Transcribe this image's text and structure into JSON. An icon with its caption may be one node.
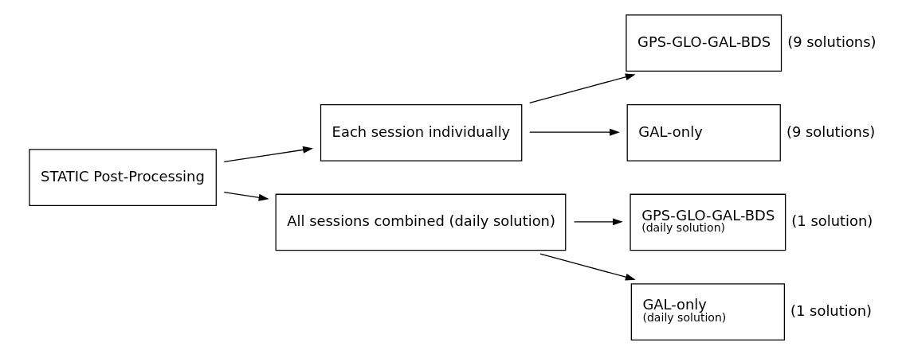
{
  "diagram": {
    "nodes": [
      {
        "text": [
          "STATIC Post-Processing"
        ]
      },
      {
        "text": [
          "Each session individually"
        ]
      },
      {
        "text": [
          "All sessions combined (daily solution)"
        ]
      },
      {
        "text": [
          "GPS-GLO-GAL-BDS"
        ],
        "beside": [
          "(9 solutions)"
        ]
      },
      {
        "text": [
          "GAL-only"
        ],
        "beside": [
          "(9 solutions)"
        ]
      },
      {
        "text": [
          "GPS-GLO-GAL-BDS",
          "(daily solution)"
        ],
        "beside": [
          "(1 solution)"
        ]
      },
      {
        "text": [
          "GAL-only",
          "(daily solution)"
        ],
        "beside": [
          "(1 solution)"
        ]
      }
    ],
    "edges": [
      {
        "from": 0,
        "to": 1,
        "arrow": "to"
      },
      {
        "from": 0,
        "to": 2,
        "arrow": "to"
      },
      {
        "from": 1,
        "to": 3,
        "arrow": "to"
      },
      {
        "from": 1,
        "to": 4,
        "arrow": "to"
      },
      {
        "from": 2,
        "to": 5,
        "arrow": "to"
      },
      {
        "from": 2,
        "to": 6,
        "arrow": "to"
      }
    ]
  }
}
